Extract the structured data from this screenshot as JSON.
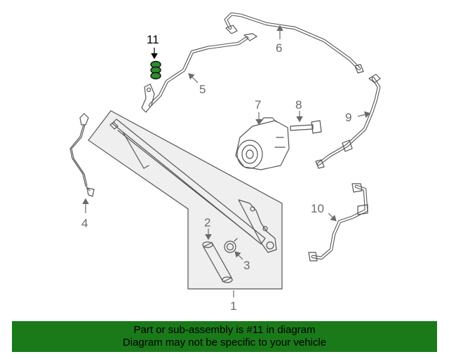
{
  "diagram": {
    "highlighted_part": "11",
    "part_labels": {
      "p1": "1",
      "p2": "2",
      "p3": "3",
      "p4": "4",
      "p5": "5",
      "p6": "6",
      "p7": "7",
      "p8": "8",
      "p9": "9",
      "p10": "10",
      "p11": "11"
    },
    "colors": {
      "highlight": "#1a7a1a",
      "line_art": "#555555",
      "label_gray": "#6a6a6a"
    }
  },
  "footer": {
    "line1": "Part or sub-assembly is #11 in diagram",
    "line2": "Diagram may not be specific to your vehicle"
  }
}
